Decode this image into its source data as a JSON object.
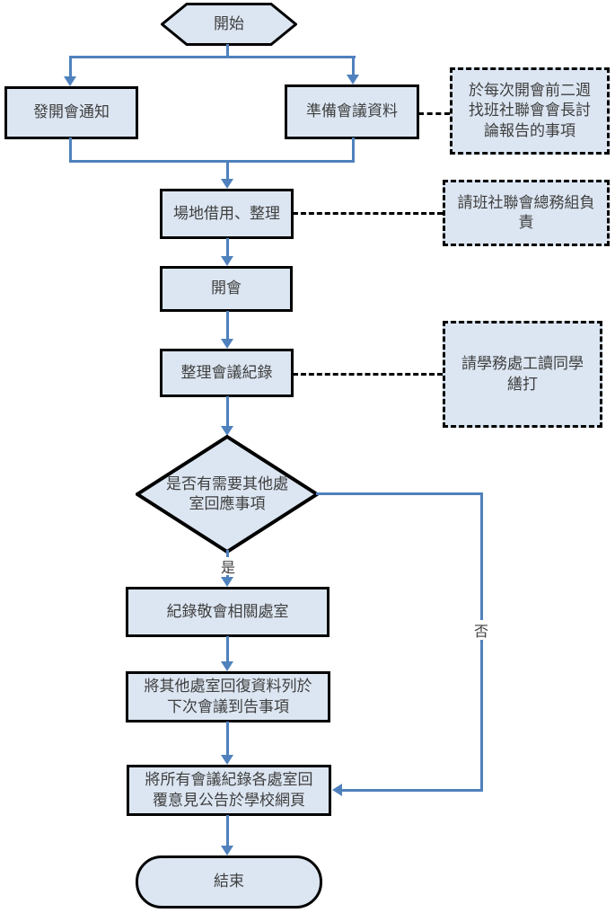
{
  "title": "meeting-process-flowchart",
  "colors": {
    "shape_fill": "#dce6f2",
    "shape_border": "#000000",
    "connector": "#4f81bd",
    "text": "#3f3f3f"
  },
  "nodes": {
    "start": {
      "type": "start",
      "label": "開始"
    },
    "send_notice": {
      "type": "process",
      "label": "發開會通知"
    },
    "prepare_materials": {
      "type": "process",
      "label": "準備會議資料"
    },
    "venue_setup": {
      "type": "process",
      "label": "場地借用、整理"
    },
    "hold_meeting": {
      "type": "process",
      "label": "開會"
    },
    "organize_minutes": {
      "type": "process",
      "label": "整理會議紀錄"
    },
    "decision_need_response": {
      "type": "decision",
      "label": "是否有需要其他處室回應事項"
    },
    "record_notify_offices": {
      "type": "process",
      "label": "紀錄敬會相關處室"
    },
    "list_replies_next_meeting": {
      "type": "process",
      "label": "將其他處室回復資料列於下次會議到告事項"
    },
    "publish_on_website": {
      "type": "process",
      "label": "將所有會議紀錄各處室回覆意見公告於學校網頁"
    },
    "end": {
      "type": "end",
      "label": "結束"
    }
  },
  "annotations": {
    "discuss_with_president": {
      "label": "於每次開會前二週找班社聯會會長討論報告的事項"
    },
    "general_affairs_responsible": {
      "label": "請班社聯會總務組負責"
    },
    "typing_by_workstudy": {
      "label": "請學務處工讀同學繕打"
    }
  },
  "edge_labels": {
    "yes": "是",
    "no": "否"
  }
}
